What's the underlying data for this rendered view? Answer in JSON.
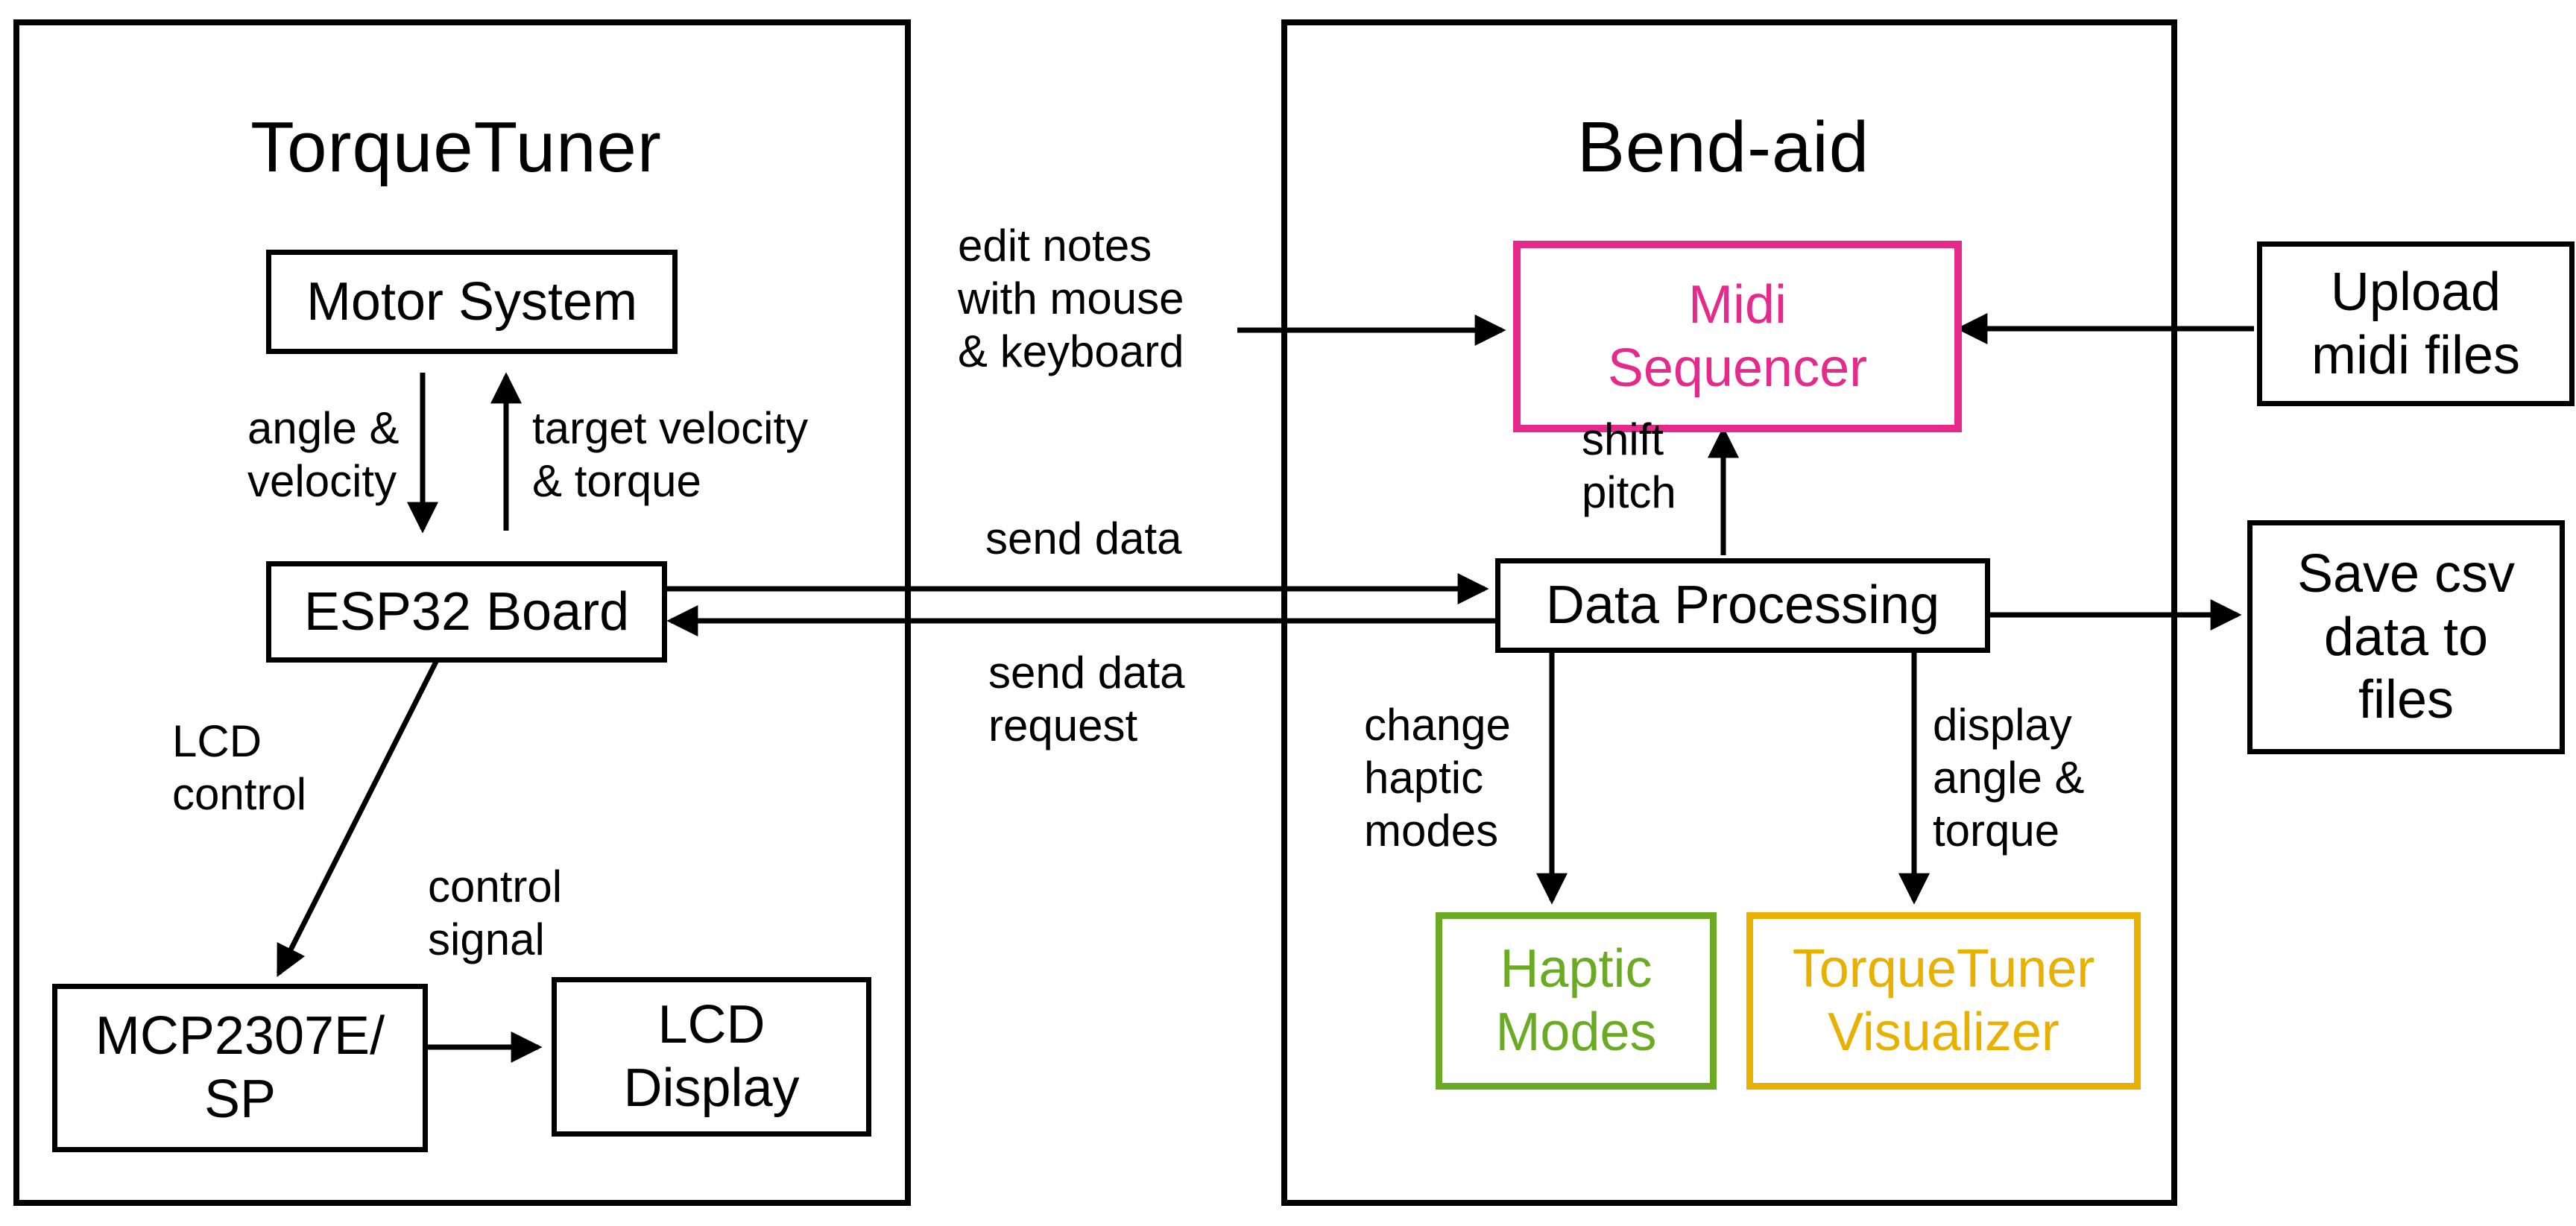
{
  "colors": {
    "pink": "#E62A8B",
    "green": "#6AAB23",
    "orange": "#E8B000",
    "line": "#000000"
  },
  "left_panel": {
    "title": "TorqueTuner",
    "motor_system": "Motor System",
    "esp32": "ESP32 Board",
    "mcp": "MCP2307E/\nSP",
    "lcd_display": "LCD\nDisplay",
    "angle_velocity": "angle &\nvelocity",
    "target_velocity": "target velocity\n& torque",
    "lcd_control": "LCD\ncontrol",
    "control_signal": "control\nsignal"
  },
  "middle": {
    "edit_notes": "edit notes\nwith mouse\n& keyboard",
    "send_data": "send data",
    "send_data_request": "send data\nrequest"
  },
  "right_panel": {
    "title": "Bend-aid",
    "midi_sequencer": "Midi\nSequencer",
    "data_processing": "Data Processing",
    "shift_pitch": "shift\npitch",
    "change_haptic_modes": "change\nhaptic\nmodes",
    "display_angle_torque": "display\nangle &\ntorque",
    "haptic_modes": "Haptic\nModes",
    "torquetuner_visualizer": "TorqueTuner\nVisualizer"
  },
  "external": {
    "upload_midi": "Upload\nmidi files",
    "save_csv": "Save csv\ndata to\nfiles"
  }
}
